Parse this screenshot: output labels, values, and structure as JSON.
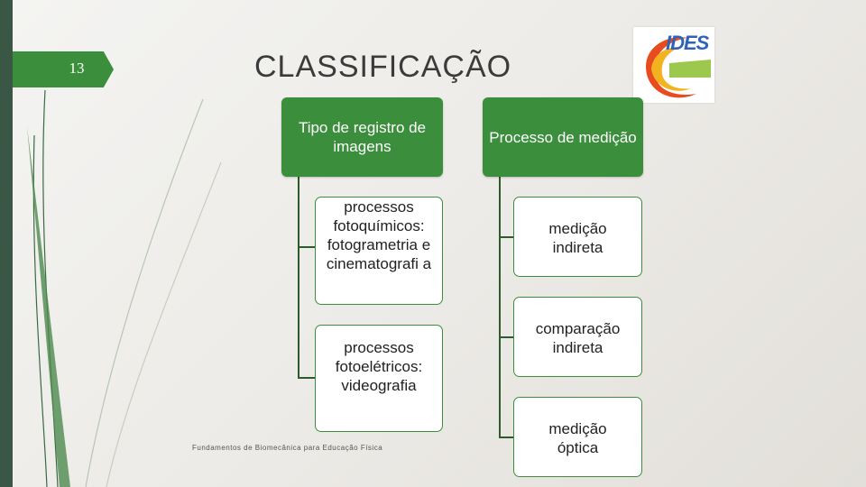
{
  "slide": {
    "number": "13",
    "title": "CLASSIFICAÇÃO",
    "footer": "Fundamentos de Biomecânica para Educação Física"
  },
  "logo": {
    "text": "IDES"
  },
  "colors": {
    "accent_green": "#3b8f3c",
    "dark_band": "#3a5645",
    "connector": "#2e5b2e"
  },
  "diagram": {
    "left": {
      "header": "Tipo de registro de imagens",
      "children": [
        "processos fotoquímicos: fotogrametria e cinematografi a",
        "processos fotoelétricos: videografia"
      ]
    },
    "right": {
      "header": "Processo de medição",
      "children": [
        "medição indireta",
        "comparação indireta",
        "medição óptica"
      ]
    }
  }
}
